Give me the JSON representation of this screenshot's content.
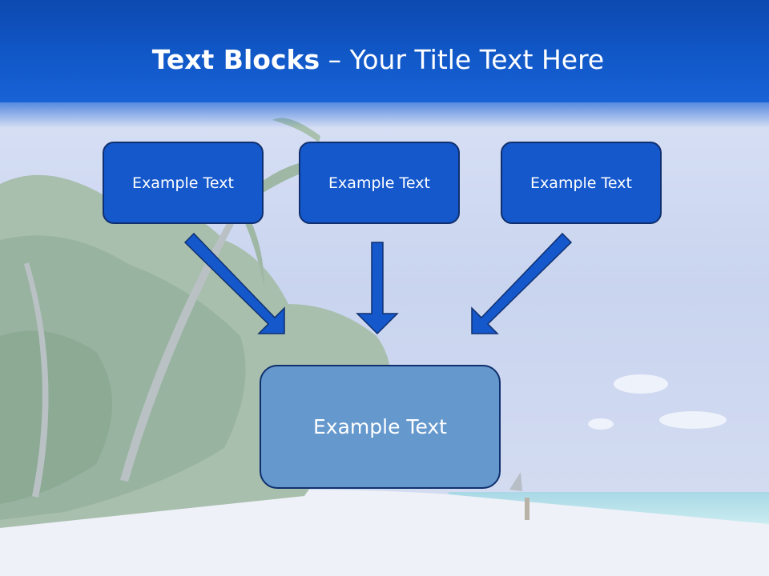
{
  "title": {
    "bold": "Text Blocks",
    "separator": " – ",
    "rest": "Your Title Text Here"
  },
  "boxes": {
    "top_left": "Example Text",
    "top_center": "Example Text",
    "top_right": "Example Text",
    "bottom": "Example Text"
  },
  "colors": {
    "header_blue": "#1158c8",
    "top_box_fill": "#1458cc",
    "bottom_box_fill": "#6598cc",
    "arrow_fill": "#1458cc",
    "box_border": "#0f2f6e"
  }
}
